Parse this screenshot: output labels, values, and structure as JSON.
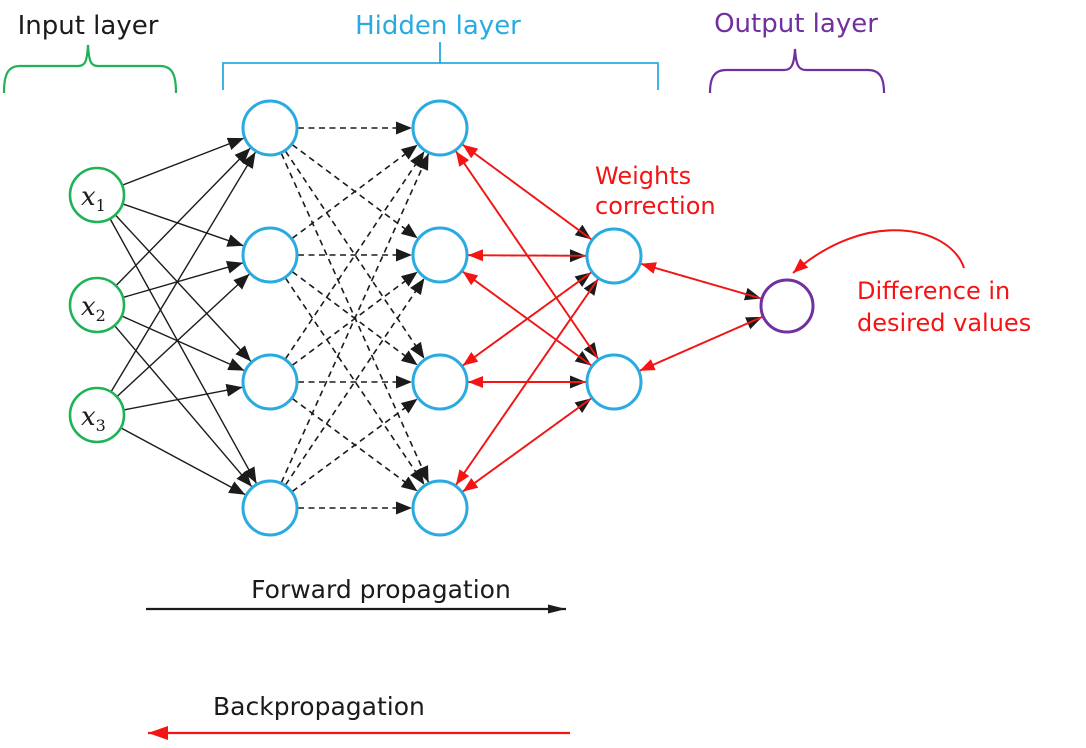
{
  "colors": {
    "green": "#1fb356",
    "cyan": "#29abe2",
    "purple": "#7030a0",
    "red": "#f41414",
    "ink": "#1b1b1b"
  },
  "layer_labels": {
    "input": "Input layer",
    "hidden": "Hidden layer",
    "output": "Output layer"
  },
  "input_nodes": [
    {
      "base": "x",
      "sub": "1"
    },
    {
      "base": "x",
      "sub": "2"
    },
    {
      "base": "x",
      "sub": "3"
    }
  ],
  "annotations": {
    "weights_correction_line1": "Weights",
    "weights_correction_line2": "correction",
    "difference_line1": "Difference in",
    "difference_line2": "desired values",
    "forward": "Forward propagation",
    "backward": "Backpropagation"
  },
  "network": {
    "input_count": 3,
    "hidden_layer1_count": 4,
    "hidden_layer2_count": 4,
    "pre_output_count": 2,
    "output_count": 1
  }
}
